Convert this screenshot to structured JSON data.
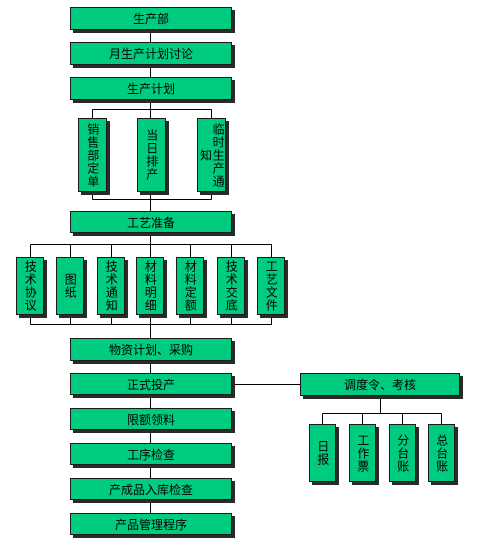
{
  "colors": {
    "box_fill": "#00cc80",
    "box_border": "#1a1a1a",
    "line": "#000000"
  },
  "nodes": {
    "production_dept": "生产部",
    "monthly_plan_discussion": "月生产计划讨论",
    "production_plan": "生产计划",
    "sales_order": "销售部定单",
    "daily_schedule": "当日排产",
    "temp_notice": "临时生产通知",
    "process_prep": "工艺准备",
    "tech_agreement": "技术协议",
    "drawings": "图纸",
    "tech_notice": "技术通知",
    "material_list": "材料明细",
    "material_quota": "材料定额",
    "tech_handover": "技术交底",
    "process_docs": "工艺文件",
    "material_plan": "物资计划、采购",
    "formal_production": "正式投产",
    "dispatch_assessment": "调度令、考核",
    "daily_report": "日报",
    "work_ticket": "工作票",
    "sub_ledger": "分台账",
    "general_ledger": "总台账",
    "quota_picking": "限额领料",
    "process_inspection": "工序检查",
    "finished_inspection": "产成品入库检查",
    "product_mgmt": "产品管理程序"
  }
}
